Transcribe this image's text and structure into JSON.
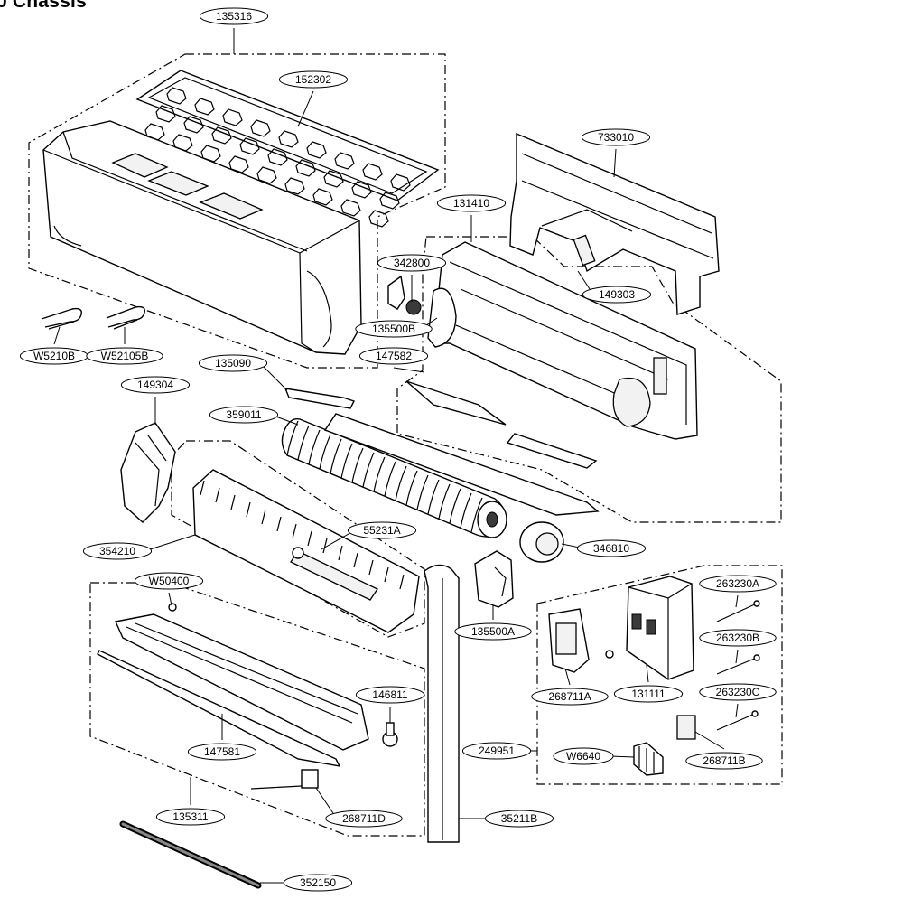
{
  "title": "0 Chassis",
  "parts": [
    {
      "id": "135316",
      "name": "part-135316-label"
    },
    {
      "id": "152302",
      "name": "part-152302-label"
    },
    {
      "id": "733010",
      "name": "part-733010-label"
    },
    {
      "id": "131410",
      "name": "part-131410-label"
    },
    {
      "id": "342800",
      "name": "part-342800-label"
    },
    {
      "id": "149303",
      "name": "part-149303-label"
    },
    {
      "id": "135500B",
      "name": "part-135500b-label"
    },
    {
      "id": "147582",
      "name": "part-147582-label"
    },
    {
      "id": "W5210B",
      "name": "part-w5210b-label"
    },
    {
      "id": "W52105B",
      "name": "part-w52105b-label"
    },
    {
      "id": "135090",
      "name": "part-135090-label"
    },
    {
      "id": "149304",
      "name": "part-149304-label"
    },
    {
      "id": "359011",
      "name": "part-359011-label"
    },
    {
      "id": "55231A",
      "name": "part-55231a-label"
    },
    {
      "id": "354210",
      "name": "part-354210-label"
    },
    {
      "id": "346810",
      "name": "part-346810-label"
    },
    {
      "id": "W50400",
      "name": "part-w50400-label"
    },
    {
      "id": "263230A",
      "name": "part-263230a-label"
    },
    {
      "id": "135500A",
      "name": "part-135500a-label"
    },
    {
      "id": "263230B",
      "name": "part-263230b-label"
    },
    {
      "id": "268711A",
      "name": "part-268711a-label"
    },
    {
      "id": "131111",
      "name": "part-131111-label"
    },
    {
      "id": "146811",
      "name": "part-146811-label"
    },
    {
      "id": "263230C",
      "name": "part-263230c-label"
    },
    {
      "id": "147581",
      "name": "part-147581-label"
    },
    {
      "id": "249951",
      "name": "part-249951-label"
    },
    {
      "id": "W6640",
      "name": "part-w6640-label"
    },
    {
      "id": "268711B",
      "name": "part-268711b-label"
    },
    {
      "id": "135311",
      "name": "part-135311-label"
    },
    {
      "id": "268711D",
      "name": "part-268711d-label"
    },
    {
      "id": "35211B",
      "name": "part-35211b-label"
    },
    {
      "id": "352150",
      "name": "part-352150-label"
    }
  ]
}
